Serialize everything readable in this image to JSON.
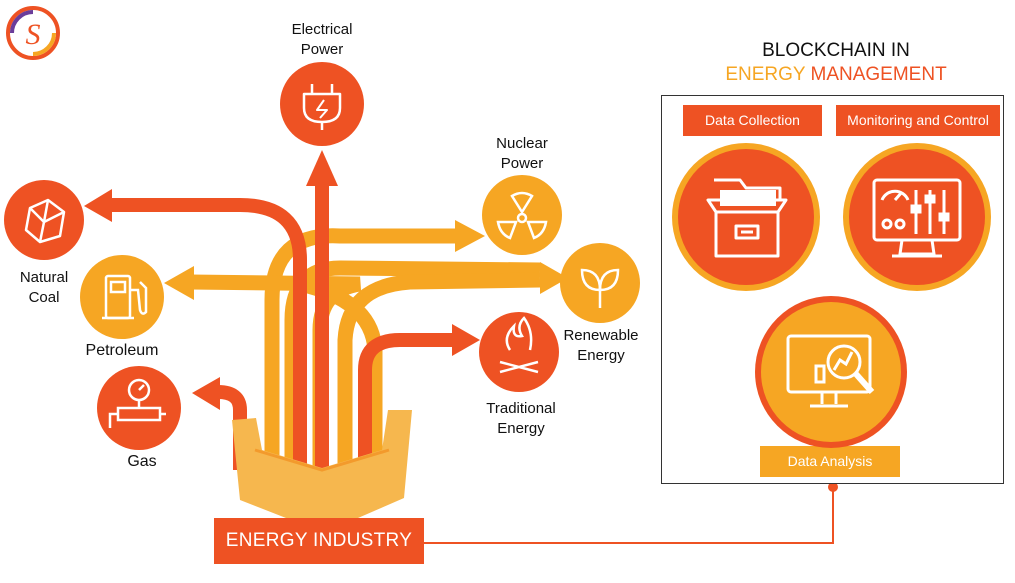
{
  "diagram": {
    "industry_label": "ENERGY INDUSTRY",
    "sources": [
      {
        "name": "Electrical Power",
        "line1": "Electrical",
        "line2": "Power",
        "icon": "plug-icon"
      },
      {
        "name": "Nuclear Power",
        "line1": "Nuclear",
        "line2": "Power",
        "icon": "radiation-icon"
      },
      {
        "name": "Renewable Energy",
        "line1": "Renewable",
        "line2": "Energy",
        "icon": "leaf-sprout-icon"
      },
      {
        "name": "Traditional Energy",
        "line1": "Traditional",
        "line2": "Energy",
        "icon": "campfire-icon"
      },
      {
        "name": "Natural Coal",
        "line1": "Natural",
        "line2": "Coal",
        "icon": "coal-rock-icon"
      },
      {
        "name": "Petroleum",
        "line1": "Petroleum",
        "icon": "fuel-pump-icon"
      },
      {
        "name": "Gas",
        "line1": "Gas",
        "icon": "gas-meter-icon"
      }
    ],
    "colors": {
      "orange_red": "#ee5223",
      "amber": "#f6a623",
      "hand": "#f6b74e"
    }
  },
  "blockchain": {
    "title_line1": "BLOCKCHAIN IN",
    "title_word_a": "ENERGY",
    "title_word_b": "MANAGEMENT",
    "steps": [
      {
        "label": "Data Collection",
        "icon": "folder-files-icon"
      },
      {
        "label": "Monitoring and Control",
        "icon": "control-monitor-icon"
      },
      {
        "label": "Data Analysis",
        "icon": "analytics-monitor-icon"
      }
    ]
  },
  "logo": {
    "letter": "S"
  }
}
